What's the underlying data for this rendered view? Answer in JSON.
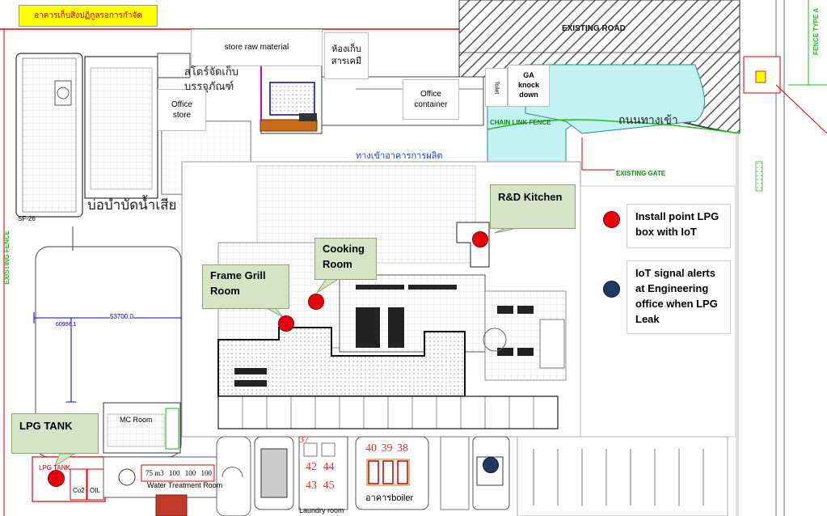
{
  "header": {
    "title": "อาคารเก็บสิ่งปฏิกูลรอการกำจัด"
  },
  "site_labels": {
    "store_raw_material": "store raw material",
    "chemical_store_line1": "ห้องเก็บ",
    "chemical_store_line2": "สารเคมี",
    "office_store_line1": "Office",
    "office_store_line2": "store",
    "office_container_line1": "Office",
    "office_container_line2": "container",
    "ga_knock_down_line1": "GA",
    "ga_knock_down_line2": "knock",
    "ga_knock_down_line3": "down",
    "toilet": "Toilet",
    "packaging_store_line1": "สโตร์จัดเก็บ",
    "packaging_store_line2": "บรรจุภัณฑ์",
    "wastewater_pond": "บ่อบำบัดน้ำเสีย",
    "sf_code": "SF-26",
    "factory_entrance": "ทางเข้าอาคารการผลิต",
    "entrance_road": "ถนนทางเข้า",
    "existing_road": "EXISTING ROAD",
    "chain_link_fence": "CHAIN LINK FENCE",
    "existing_gate": "EXISTING GATE",
    "existing_fence": "EXISTING FENCE",
    "fence_type": "FENCE TYPE A",
    "dimension_horizontal": "53700.0",
    "dimension_vertical": "60996.1",
    "mc_room": "MC Room",
    "water_treatment_room": "Water Treatment Room",
    "tank_capacities": [
      "75 m3",
      "100",
      "100",
      "100"
    ],
    "co2": "Co2",
    "oil": "OIL",
    "lpg_tank_small": "LPG TANK",
    "laundry_room": "Laundry room",
    "boiler_building": "อาคารboiler",
    "lot_numbers_left": [
      "37",
      "42",
      "44",
      "43",
      "45"
    ],
    "lot_numbers_right": [
      "40",
      "39",
      "38"
    ]
  },
  "callouts": {
    "rd_kitchen": "R&D Kitchen",
    "cooking_room_line1": "Cooking",
    "cooking_room_line2": "Room",
    "frame_grill_line1": "Frame Grill",
    "frame_grill_line2": "Room",
    "lpg_tank": "LPG TANK"
  },
  "legend": {
    "install_point_line1": "Install point LPG",
    "install_point_line2": "box with IoT",
    "iot_alert_line1": "IoT signal alerts",
    "iot_alert_line2": "at Engineering",
    "iot_alert_line3": "office when LPG",
    "iot_alert_line4": "Leak"
  },
  "colors": {
    "install_point": "#e8000b",
    "iot_alert": "#1f3864",
    "callout_fill": "#d6e4c5",
    "pond": "#c2f2f2",
    "fence_green": "#22bb22",
    "boundary_red": "#e00000"
  }
}
